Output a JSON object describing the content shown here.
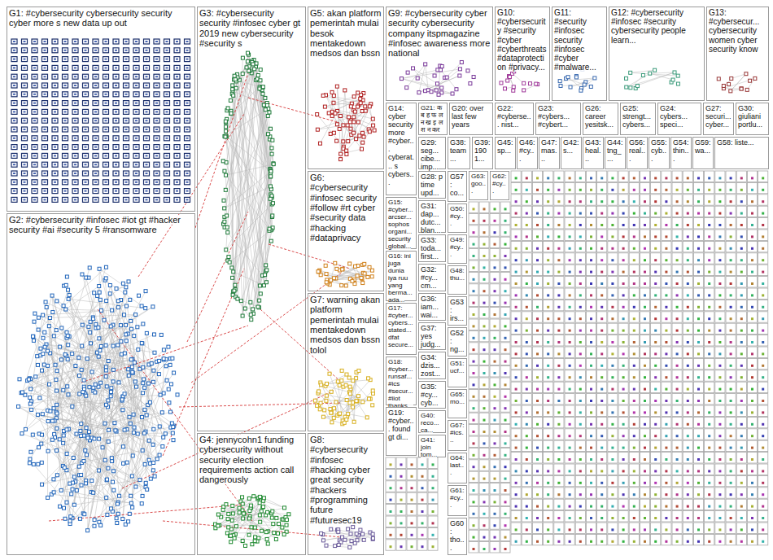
{
  "diagram": {
    "nodes": [
      {
        "text": [
          "G1: #cybersecurity cybersecurity security cyber more s new data up out"
        ]
      },
      {
        "text": [
          "G2: #cybersecurity #infosec #iot gt #hacker security #ai #security 5 #ransomware"
        ]
      },
      {
        "text": [
          "G3: #cybersecurity security #infosec cyber gt 2019 new cybersecurity #security s"
        ]
      },
      {
        "text": [
          "G4: jennycohn1 funding cybersecurity without security election requirements action call dangerously"
        ]
      },
      {
        "text": [
          "G5: akan platform pemerintah mulai besok mentakedown medsos dan bssn"
        ]
      },
      {
        "text": [
          "G6: #cybersecurity #infosec security #follow #rt cyber #security data #hacking #dataprivacy"
        ]
      },
      {
        "text": [
          "G7: warning akan platform pemerintah mulai mentakedown medsos dan bssn tolol"
        ]
      },
      {
        "text": [
          "G8: #cybersecurity #infosec #hacking cyber great security #hackers #programming future #futuresec19"
        ]
      },
      {
        "text": [
          "G9: #cybersecurity cyber security cybersecurity company itspmagazine #infosec awareness more national"
        ]
      },
      {
        "text": [
          "G10: #cybersecurity #security #cyber #cyberthreats #dataprotection #privacy..."
        ]
      },
      {
        "text": [
          "G11: #security #infosec security #infosec #cyber #malware..."
        ]
      },
      {
        "text": [
          "G12: #cybersecurity #infosec #security cybersecurity people learn..."
        ]
      },
      {
        "text": [
          "G13: #cybersecur... cybersecurity women cyber security know"
        ]
      },
      {
        "text": [
          "G14: cyber security more #cyber... cyberat... s cybers..."
        ]
      },
      {
        "text": [
          "G21: क ब ह फ ल न ख इ ल श न कर"
        ]
      },
      {
        "text": [
          "G20: over last few years"
        ]
      },
      {
        "text": [
          "G22: #cyberse... nist..."
        ]
      },
      {
        "text": [
          "G23: #cybers... #cybert..."
        ]
      },
      {
        "text": [
          "G26: career yesitsk..."
        ]
      },
      {
        "text": [
          "G25: strengt... cybers..."
        ]
      },
      {
        "text": [
          "G24: cybers... speci..."
        ]
      },
      {
        "text": [
          "G27: securi... cyber..."
        ]
      },
      {
        "text": [
          "G30: giuliani portlu..."
        ]
      },
      {
        "text": [
          "G29: seg... cibe... imp..."
        ]
      },
      {
        "text": [
          "G38: team..."
        ]
      },
      {
        "text": [
          "G39: 1901..."
        ]
      },
      {
        "text": [
          "G45: sp..."
        ]
      },
      {
        "text": [
          "G46: #cy..."
        ]
      },
      {
        "text": [
          "G47: mas..."
        ]
      },
      {
        "text": [
          "G42: s..."
        ]
      },
      {
        "text": [
          "G43: heal..."
        ]
      },
      {
        "text": [
          "G44: tng_..."
        ]
      },
      {
        "text": [
          "G56: real..."
        ]
      },
      {
        "text": [
          "G55: cyb..."
        ]
      },
      {
        "text": [
          "G54: thin..."
        ]
      },
      {
        "text": [
          "G59: wa..."
        ]
      },
      {
        "text": [
          "G58: liste..."
        ]
      },
      {
        "text": [
          "G15: #cyber... arcser... sophos organi... security global..."
        ]
      },
      {
        "text": [
          "G16: ini juga dunia iya ruu yang berma... ada..."
        ]
      },
      {
        "text": [
          "G17: #cyber... cybers... stated... dfat secure..."
        ]
      },
      {
        "text": [
          "G18: #cyber... runsaf... #ics #secur... #iiot thanks..."
        ]
      },
      {
        "text": [
          "G19: #cyber... found gt di..."
        ]
      },
      {
        "text": [
          "G28: p time upd..."
        ]
      },
      {
        "text": [
          "G31: dap... dutc... blan..."
        ]
      },
      {
        "text": [
          "G33: toda... first..."
        ]
      },
      {
        "text": [
          "G32: #cy... cm..."
        ]
      },
      {
        "text": [
          "G36: iam... wai..."
        ]
      },
      {
        "text": [
          "G37: yes judg..."
        ]
      },
      {
        "text": [
          "G34: dzis... zost..."
        ]
      },
      {
        "text": [
          "G35: #cy... cyb..."
        ]
      },
      {
        "text": [
          "G40: reco... ca..."
        ]
      },
      {
        "text": [
          "G41: join tom..."
        ]
      },
      {
        "text": [
          "G57: co..."
        ]
      },
      {
        "text": [
          "G50: #cy..."
        ]
      },
      {
        "text": [
          "G49: #cy..."
        ]
      },
      {
        "text": [
          "G48: thu..."
        ]
      },
      {
        "text": [
          "G53: irs..."
        ]
      },
      {
        "text": [
          "G52: ng..."
        ]
      },
      {
        "text": [
          "G51: ucf..."
        ]
      },
      {
        "text": [
          "G65: mo..."
        ]
      },
      {
        "text": [
          "G67: #ics..."
        ]
      },
      {
        "text": [
          "G64: last..."
        ]
      },
      {
        "text": [
          "G61: #cy..."
        ]
      },
      {
        "text": [
          "G60: tho..."
        ]
      },
      {
        "text": [
          "G63: goo..."
        ]
      },
      {
        "text": [
          "G62: #cy..."
        ]
      }
    ]
  }
}
